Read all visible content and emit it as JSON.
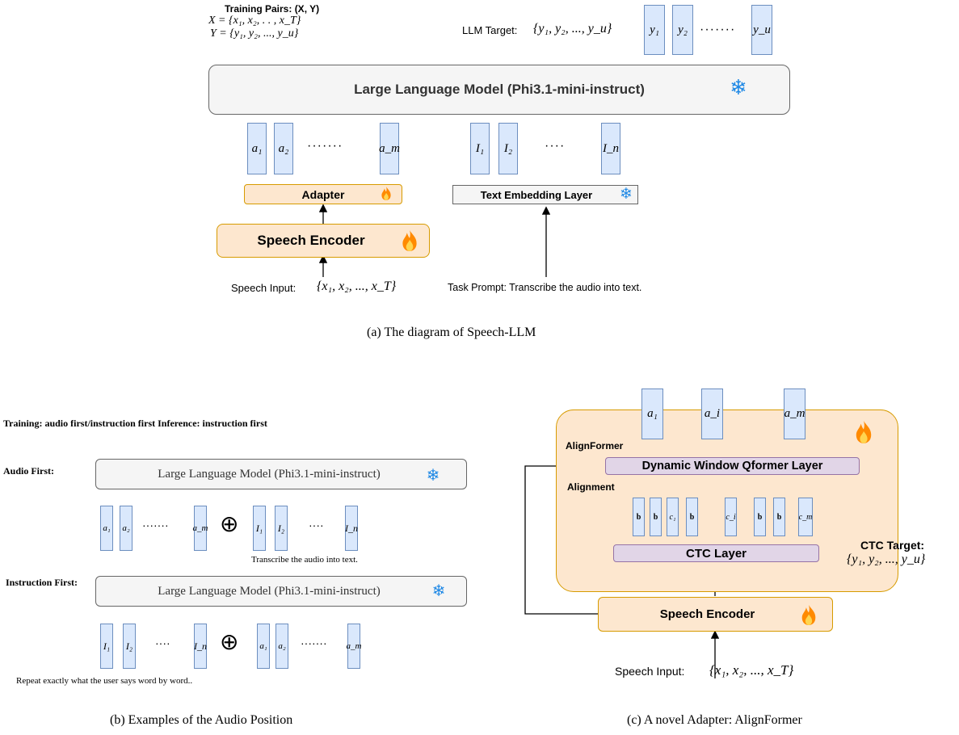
{
  "a": {
    "train_pairs_label": "Training Pairs: (X, Y)",
    "x_def": "X = {x₁, x₂, . . , x_T}",
    "y_def": "Y = {y₁, y₂, ..., y_u}",
    "llm_target_label": "LLM Target:",
    "llm_target_set": "{y₁, y₂, ..., y_u}",
    "y_tokens": [
      "y₁",
      "y₂",
      "y_u"
    ],
    "y_dots": "·······",
    "llm_label": "Large Language Model (Phi3.1-mini-instruct)",
    "audio_tokens": [
      "a₁",
      "a₂",
      "a_m"
    ],
    "audio_dots": "·······",
    "instr_tokens": [
      "I₁",
      "I₂",
      "I_n"
    ],
    "instr_dots": "····",
    "adapter_label": "Adapter",
    "text_emb_label": "Text Embedding Layer",
    "encoder_label": "Speech Encoder",
    "speech_input_label": "Speech Input:",
    "speech_input_set": "{x₁, x₂, ..., x_T}",
    "task_prompt": "Task Prompt: Transcribe the audio into text.",
    "caption": "(a) The diagram of Speech-LLM"
  },
  "b": {
    "training_line": "Training:  audio first/instruction first   Inference: instruction first",
    "audio_first_label": "Audio First:",
    "instruction_first_label": "Instruction First:",
    "llm_label": "Large Language Model (Phi3.1-mini-instruct)",
    "audio_tokens": [
      "a₁",
      "a₂",
      "a_m"
    ],
    "audio_dots": "·······",
    "instr_tokens": [
      "I₁",
      "I₂",
      "I_n"
    ],
    "instr_dots": "····",
    "oplus": "⊕",
    "transcribe_text": "Transcribe the audio into text.",
    "repeat_text": "Repeat exactly what the user says word by word..",
    "caption": "(b) Examples of the Audio Position"
  },
  "c": {
    "output_tokens": [
      "a₁",
      "a_i",
      "a_m"
    ],
    "alignformer_label": "AlignFormer",
    "qformer_label": "Dynamic Window Qformer Layer",
    "alignment_label": "Alignment",
    "ctc_tokens": [
      "b",
      "b",
      "c₁",
      "b",
      "c_i",
      "b",
      "b",
      "c_m"
    ],
    "ctc_layer_label": "CTC Layer",
    "ctc_target_label": "CTC Target:",
    "ctc_target_set": "{y₁, y₂, ..., y_u}",
    "encoder_label": "Speech Encoder",
    "speech_input_label": "Speech Input:",
    "speech_input_set": "{x₁, x₂, ..., x_T}",
    "caption": "(c) A novel Adapter: AlignFormer"
  },
  "icons": {
    "snowflake": "❄",
    "flame_colors": [
      "#ff8a00",
      "#ffd54f",
      "#e53935"
    ],
    "snow_color": "#1e88e5"
  }
}
